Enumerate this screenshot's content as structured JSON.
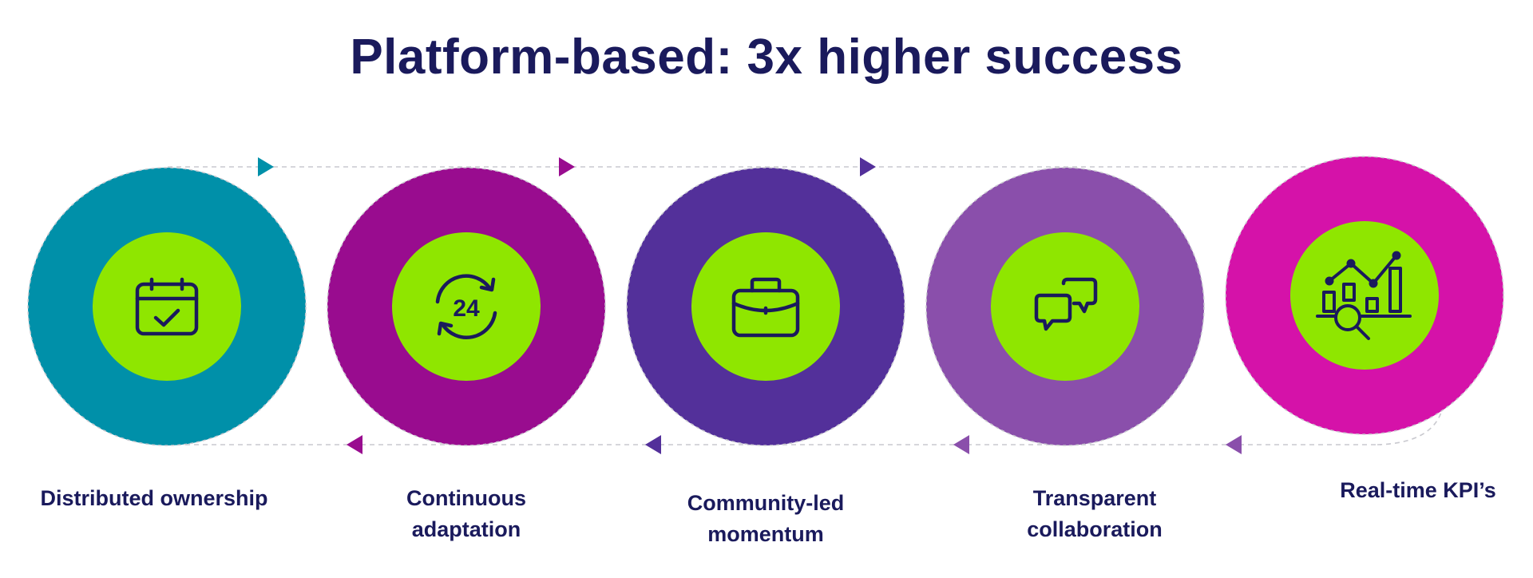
{
  "title": "Platform-based: 3x higher success",
  "colors": {
    "title": "#1a1a5c",
    "label": "#1a1a5c",
    "inner": "#8fe600",
    "icon": "#1a1a5c",
    "connector": "#c9c9cf"
  },
  "steps": [
    {
      "label_lines": [
        "Distributed ownership"
      ],
      "color": "#0090a9",
      "icon": "calendar-check-icon"
    },
    {
      "label_lines": [
        "Continuous",
        "adaptation"
      ],
      "color": "#990c8f",
      "icon": "24-hour-cycle-icon"
    },
    {
      "label_lines": [
        "Community-led",
        "momentum"
      ],
      "color": "#53309a",
      "icon": "briefcase-icon"
    },
    {
      "label_lines": [
        "Transparent",
        "collaboration"
      ],
      "color": "#8a4fab",
      "icon": "chat-bubbles-icon"
    },
    {
      "label_lines": [
        "Real-time KPI’s"
      ],
      "color": "#d512a9",
      "icon": "analytics-chart-icon"
    }
  ]
}
